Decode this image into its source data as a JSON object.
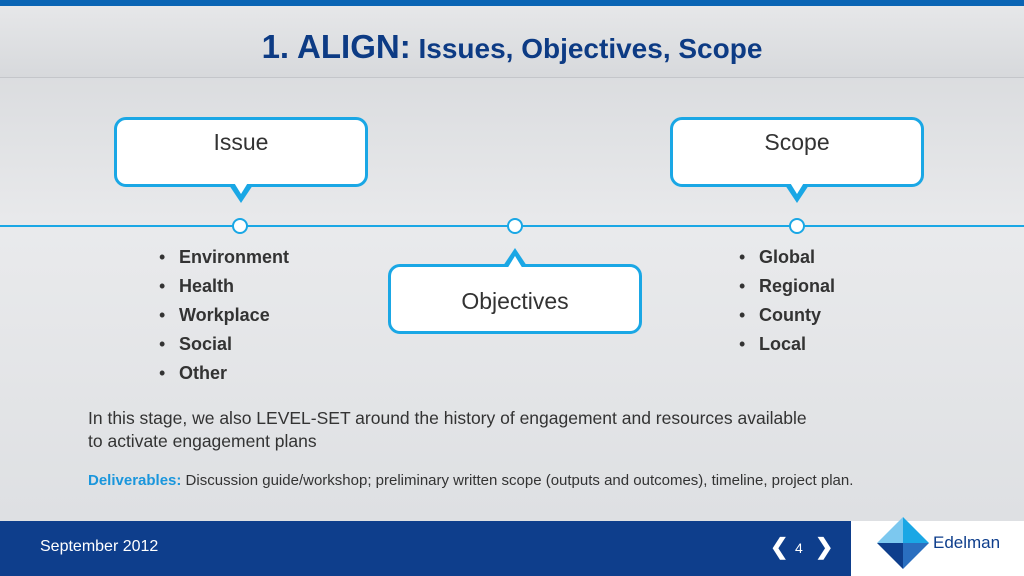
{
  "title": {
    "number": "1",
    "keyword": ". ALIGN:",
    "subtitle": " Issues, Objectives, Scope"
  },
  "bubbles": {
    "issue": "Issue",
    "scope": "Scope",
    "objectives": "Objectives"
  },
  "issue_items": [
    "Environment",
    "Health",
    "Workplace",
    "Social",
    "Other"
  ],
  "scope_items": [
    "Global",
    "Regional",
    "County",
    "Local"
  ],
  "body_lines": [
    "In this stage, we also LEVEL-SET around the history of engagement and resources available",
    "to activate engagement plans"
  ],
  "deliverables": {
    "label": "Deliverables:",
    "text": " Discussion guide/workshop; preliminary written scope (outputs and outcomes), timeline, project plan."
  },
  "footer": {
    "date": "September 2012",
    "page": "4",
    "prev_icon": "chevron-left-icon",
    "next_icon": "chevron-right-icon"
  },
  "logo": {
    "name": "Edelman"
  },
  "colors": {
    "accent": "#1aa7e5",
    "title": "#0d3b84",
    "footer": "#0e3e8c",
    "deliverables_label": "#1a96dc"
  }
}
